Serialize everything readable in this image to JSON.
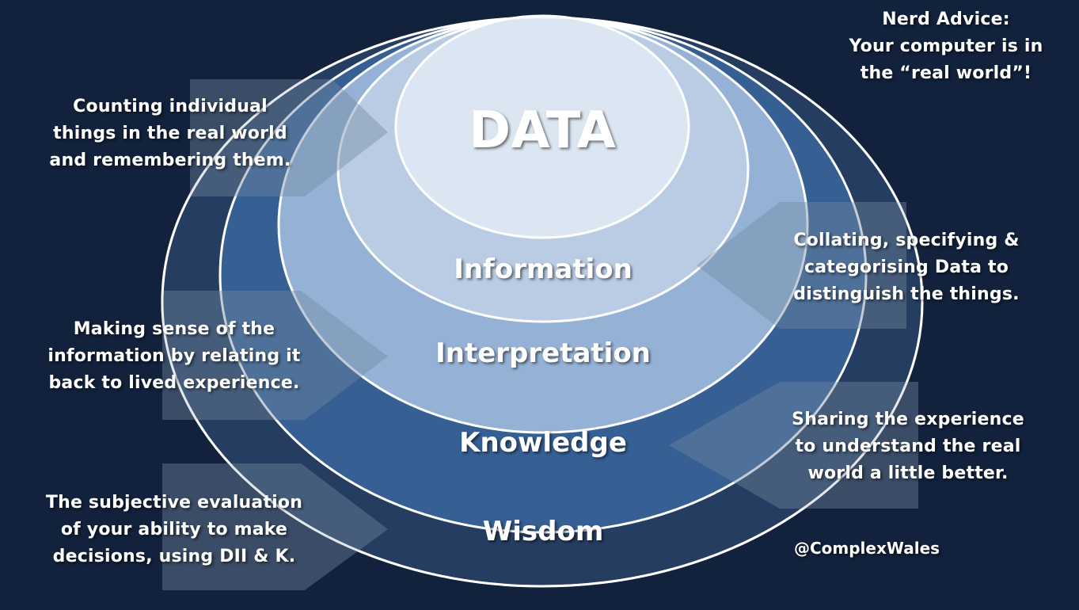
{
  "layers": {
    "data": "DATA",
    "information": "Information",
    "interpretation": "Interpretation",
    "knowledge": "Knowledge",
    "wisdom": "Wisdom"
  },
  "descriptions": {
    "data": "Counting individual\nthings in the real world\nand remembering them.",
    "information": "Collating, specifying &\ncategorising Data to\ndistinguish the things.",
    "interpretation": "Making sense of the\ninformation by relating it\nback to lived experience.",
    "knowledge": "Sharing the experience\nto understand the real\nworld a little better.",
    "wisdom": "The subjective evaluation\nof  your ability to make\ndecisions, using  DII & K."
  },
  "nerd_advice": "Nerd Advice:\nYour computer is in\nthe “real world”!",
  "credit": "@ComplexWales",
  "colors": {
    "background": "#12223d",
    "wisdom": "#253d60",
    "knowledge": "#365f93",
    "interpretation": "#95b2d6",
    "information": "#b9cce4",
    "data": "#dce6f2"
  }
}
